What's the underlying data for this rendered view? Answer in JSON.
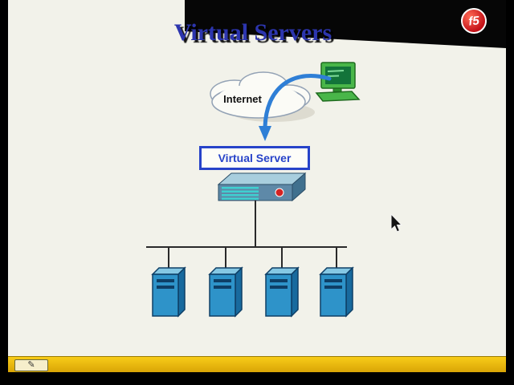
{
  "slide": {
    "title": "Virtual Servers",
    "background_color": "#f2f2ea"
  },
  "logo": {
    "text": "f5",
    "color": "#c41218"
  },
  "diagram": {
    "internet_label": "Internet",
    "virtual_server_label": "Virtual Server",
    "pool_servers_count": 4,
    "colors": {
      "title_text": "#2c35ae",
      "virtual_server_box": "#2743c9",
      "arrow": "#2f7fd6",
      "appliance_front": "#5e89a8",
      "appliance_stripe": "#3fd0d0",
      "server_front": "#2e93c9",
      "server_side": "#186a9e",
      "server_top": "#85c8e4",
      "connector_line": "#2a2a2a",
      "bottom_bar": "#e8b70a"
    }
  },
  "toolbar": {
    "pen_tool": "✎"
  }
}
